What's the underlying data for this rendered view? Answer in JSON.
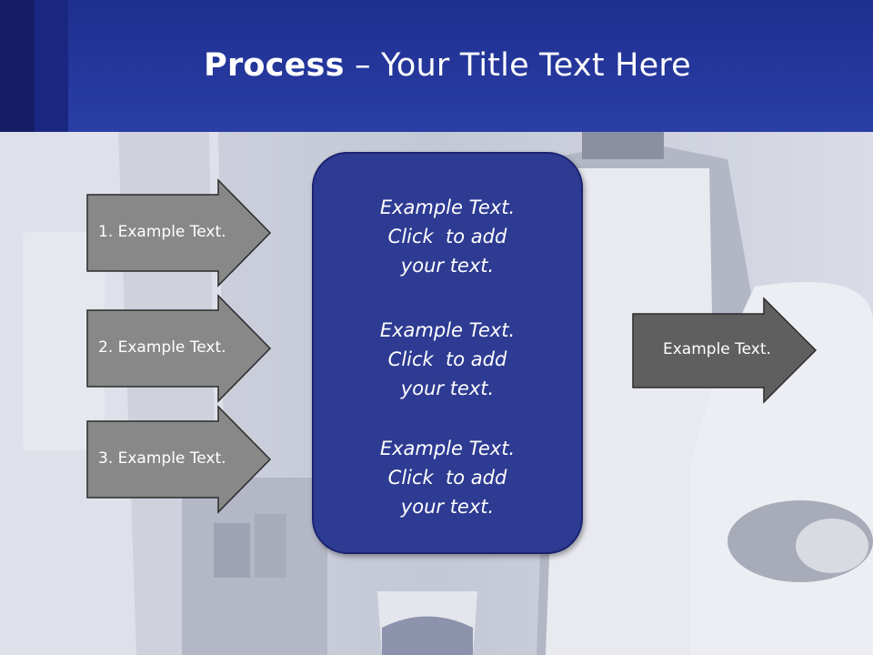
{
  "slide": {
    "title_bold": "Process",
    "title_rest": " – Your Title Text Here"
  },
  "left_arrows": [
    {
      "label": "1. Example Text."
    },
    {
      "label": "2. Example Text."
    },
    {
      "label": "3. Example Text."
    }
  ],
  "center_box": {
    "blocks": [
      {
        "line1": "Example Text.",
        "line2": "Click  to add",
        "line3": "your text."
      },
      {
        "line1": "Example Text.",
        "line2": "Click  to add",
        "line3": "your text."
      },
      {
        "line1": "Example Text.",
        "line2": "Click  to add",
        "line3": "your text."
      }
    ]
  },
  "right_arrow": {
    "label": "Example Text."
  },
  "colors": {
    "header": "#2a3ea6",
    "center_box": "#2e3b92",
    "left_arrow_fill": "#888888",
    "right_arrow_fill": "#5f5f5f"
  }
}
